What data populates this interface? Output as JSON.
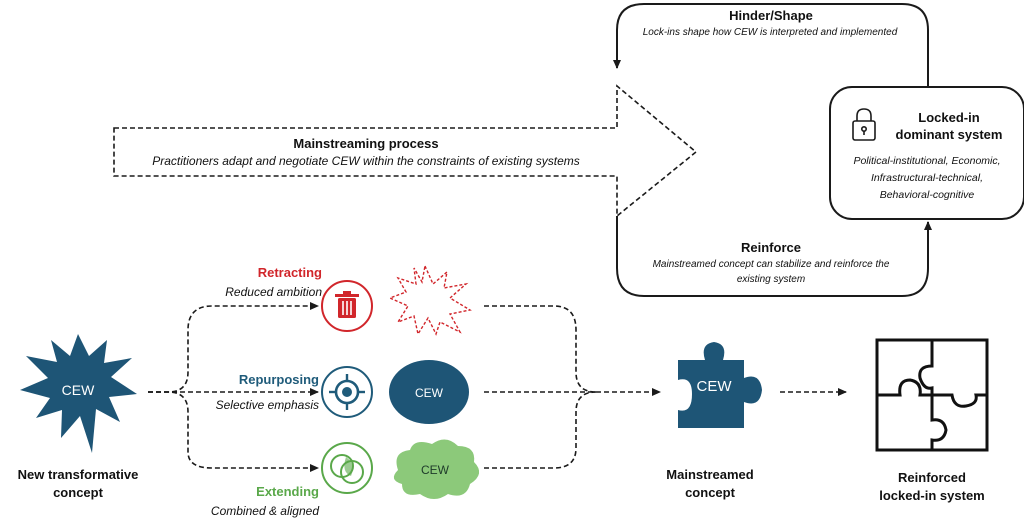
{
  "colors": {
    "retracting": "#d1262b",
    "repurposing": "#1f5b7a",
    "extending": "#5aa84a",
    "extending_fill": "#8cc97a",
    "cew_dark": "#1e5576",
    "line": "#1a1a1a"
  },
  "icons": [
    "lock-icon",
    "trash-icon",
    "target-icon",
    "overlap-circles-icon",
    "puzzle-piece-icon",
    "puzzle-grid-icon",
    "starburst-icon",
    "broken-starburst-icon"
  ],
  "top_loop": {
    "hinder_title": "Hinder/Shape",
    "hinder_desc": "Lock-ins shape how CEW is interpreted and implemented",
    "reinforce_title": "Reinforce",
    "reinforce_desc_line1": "Mainstreamed concept can stabilize and reinforce the",
    "reinforce_desc_line2": "existing system"
  },
  "mainstreaming": {
    "title": "Mainstreaming process",
    "desc": "Practitioners adapt and negotiate CEW within the constraints of existing systems"
  },
  "locked_in": {
    "title_line1": "Locked-in",
    "title_line2": "dominant system",
    "desc_line1": "Political-institutional, Economic,",
    "desc_line2": "Infrastructural-technical,",
    "desc_line3": "Behavioral-cognitive"
  },
  "pathways": {
    "retracting": {
      "label": "Retracting",
      "desc": "Reduced ambition"
    },
    "repurposing": {
      "label": "Repurposing",
      "desc": "Selective emphasis",
      "node": "CEW"
    },
    "extending": {
      "label": "Extending",
      "desc": "Combined & aligned",
      "node": "CEW"
    }
  },
  "stages": {
    "new_concept_label": "CEW",
    "new_concept_line1": "New transformative",
    "new_concept_line2": "concept",
    "mainstreamed_label": "CEW",
    "mainstreamed_line1": "Mainstreamed",
    "mainstreamed_line2": "concept",
    "reinforced_line1": "Reinforced",
    "reinforced_line2": "locked-in system"
  }
}
